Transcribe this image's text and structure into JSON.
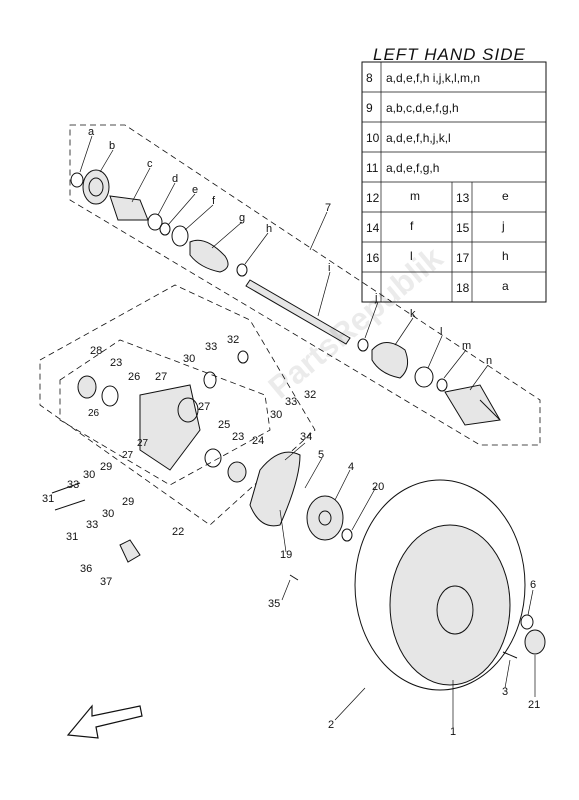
{
  "title": "LEFT HAND SIDE",
  "table": {
    "rows": [
      {
        "num": "8",
        "text": "a,d,e,f,h i,j,k,l,m,n"
      },
      {
        "num": "9",
        "text": "a,b,c,d,e,f,g,h"
      },
      {
        "num": "10",
        "text": "a,d,e,f,h,j,k,l"
      },
      {
        "num": "11",
        "text": "a,d,e,f,g,h"
      }
    ],
    "pairs": [
      {
        "num": "12",
        "text": "m",
        "num2": "13",
        "text2": "e"
      },
      {
        "num": "14",
        "text": "f",
        "num2": "15",
        "text2": "j"
      },
      {
        "num": "16",
        "text": "l",
        "num2": "17",
        "text2": "h"
      },
      {
        "num": "",
        "text": "",
        "num2": "18",
        "text2": "a"
      }
    ]
  },
  "letters": [
    "a",
    "b",
    "c",
    "d",
    "e",
    "f",
    "g",
    "h",
    "i",
    "j",
    "k",
    "l",
    "m",
    "n"
  ],
  "numbers": [
    "1",
    "2",
    "3",
    "4",
    "5",
    "6",
    "7",
    "19",
    "20",
    "21",
    "22",
    "23",
    "23",
    "24",
    "25",
    "26",
    "26",
    "27",
    "27",
    "27",
    "27",
    "28",
    "29",
    "29",
    "30",
    "30",
    "30",
    "30",
    "31",
    "31",
    "32",
    "32",
    "33",
    "33",
    "33",
    "33",
    "34",
    "35",
    "36",
    "37"
  ],
  "watermark": "PartsRepublik"
}
